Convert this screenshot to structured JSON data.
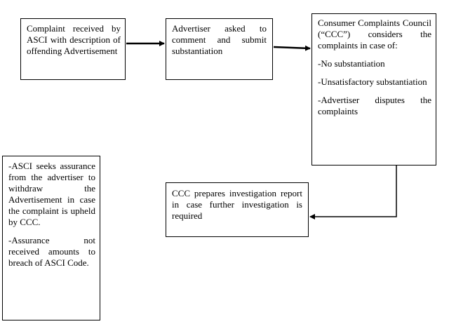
{
  "boxes": {
    "complaint_received": "Complaint received by ASCI with description of offending Advertisement",
    "advertiser_asked": "Advertiser asked to comment and submit substantiation",
    "ccc_considers": {
      "intro": "Consumer Complaints Council (“CCC”) considers the complaints in case of:",
      "cases": [
        "-No substantiation",
        "-Unsatisfactory substantiation",
        "-Advertiser disputes the complaints"
      ]
    },
    "ccc_investigation": "CCC prepares investigation report in case further investigation is required",
    "asci_assurance": [
      "-ASCI seeks assurance from the advertiser to withdraw the Advertisement in case the complaint is upheld by CCC.",
      "-Assurance not received amounts to breach of ASCI Code."
    ]
  }
}
